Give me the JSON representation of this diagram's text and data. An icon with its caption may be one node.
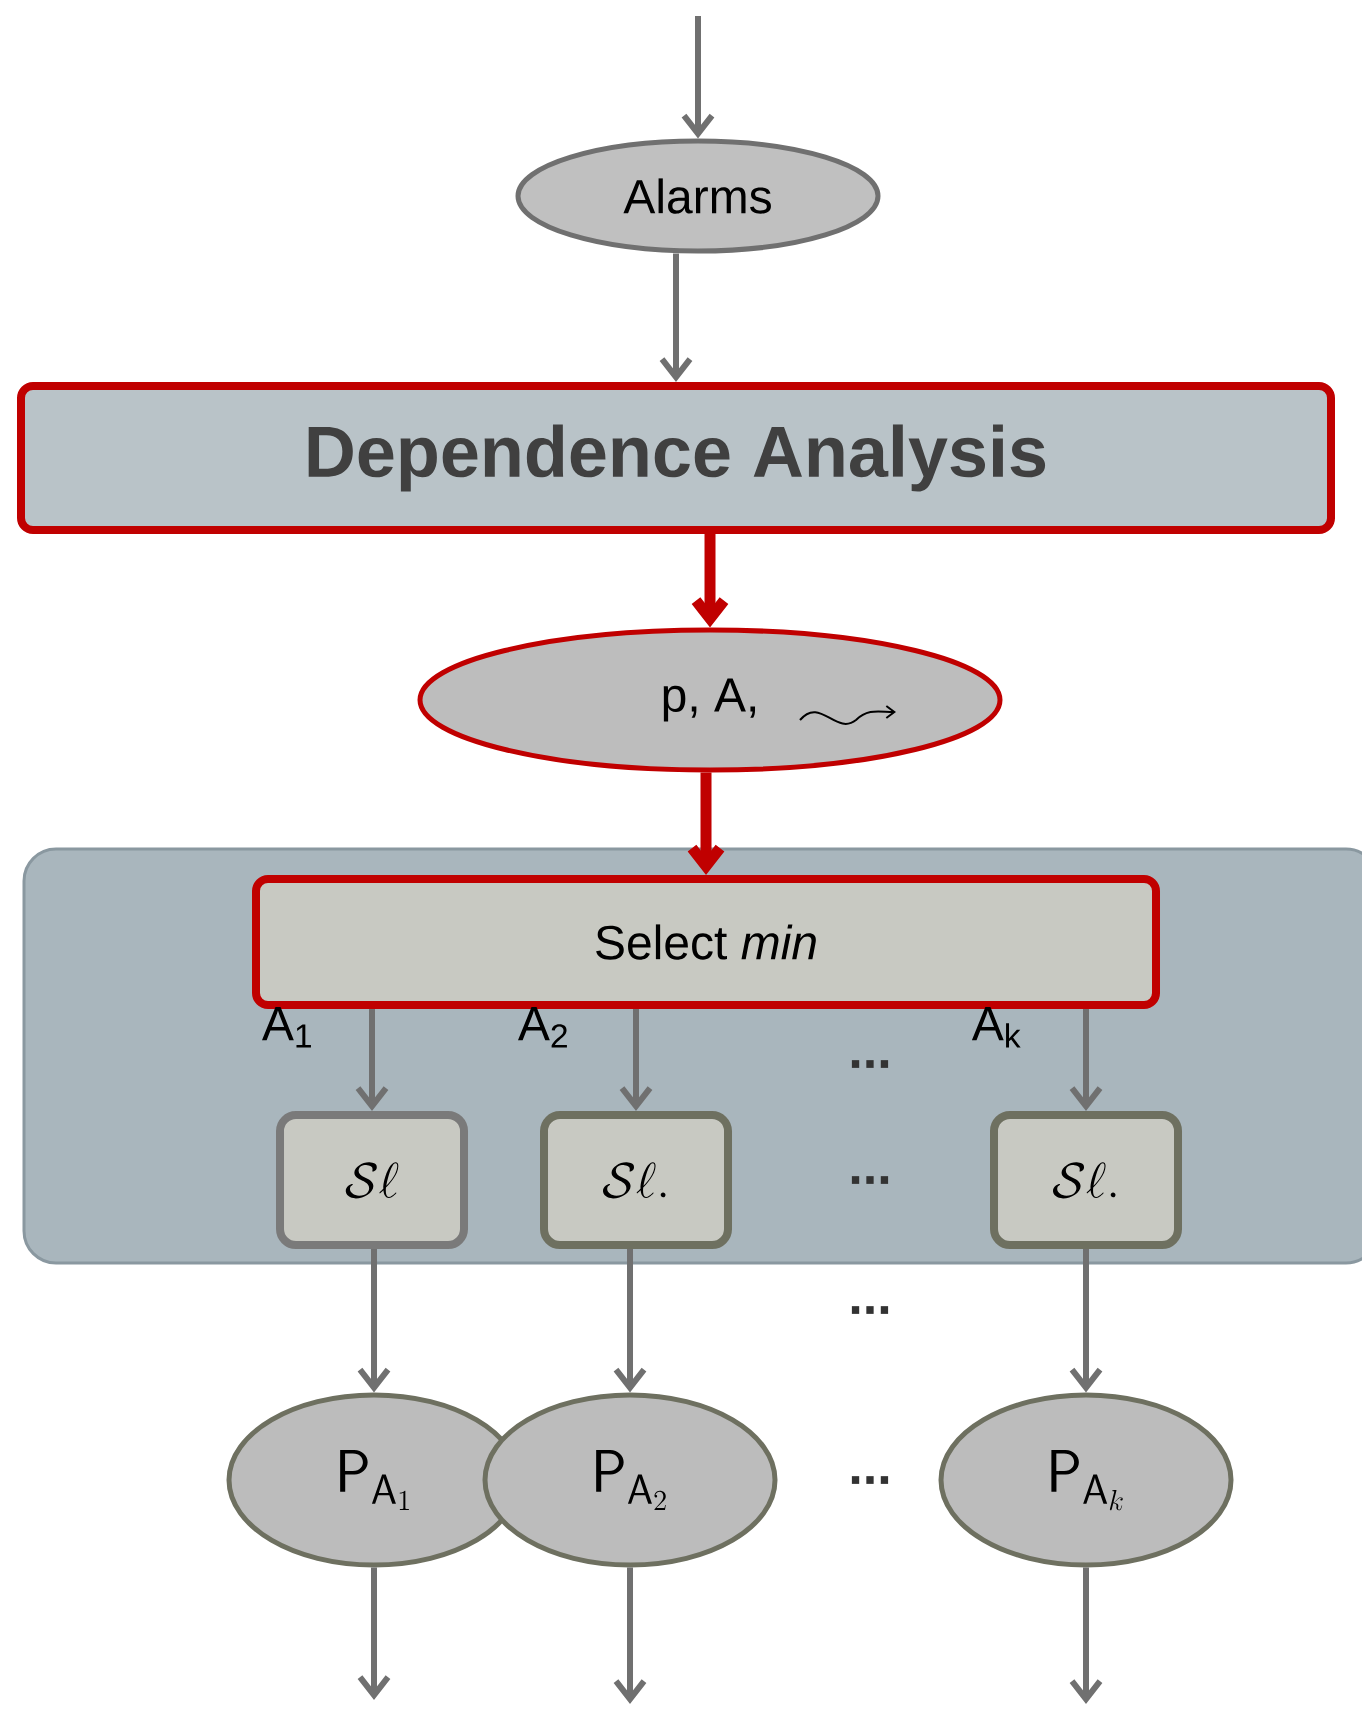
{
  "diagram": {
    "nodes": [
      {
        "text": [
          "Alarms"
        ]
      },
      {
        "text": [
          "Dependence Analysis"
        ]
      },
      {
        "text": [
          "p, A,"
        ]
      },
      {
        "text": [],
        "shape": "box"
      },
      {
        "text": [
          "Select *min*"
        ],
        "in": 3
      },
      {
        "text": [
          "\\mathcal{S}\\ell"
        ],
        "in": 3
      },
      {
        "text": [
          "\\mathcal{S}\\ell."
        ],
        "in": 3
      },
      {
        "text": [
          "\\mathcal{S}\\ell."
        ],
        "in": 3
      },
      {
        "text": [
          "\\mathsf{P}_{\\mathsf{A}_1}"
        ]
      },
      {
        "text": [
          "\\mathsf{P}_{\\mathsf{A}_2}"
        ]
      },
      {
        "text": [
          "\\mathsf{P}_{\\mathsf{A}_k}"
        ]
      }
    ],
    "edges": [
      {
        "from": null,
        "to": 0,
        "arrow": "to"
      },
      {
        "from": 0,
        "to": 1,
        "arrow": "to"
      },
      {
        "from": 1,
        "to": 2,
        "arrow": "to",
        "style": "thick",
        "color": "#c00000"
      },
      {
        "from": 2,
        "to": 4,
        "arrow": "to",
        "style": "thick",
        "color": "#c00000"
      },
      {
        "from": 4,
        "to": 5,
        "arrow": "to",
        "label": "A$_{1}$"
      },
      {
        "from": 4,
        "to": 6,
        "arrow": "to",
        "label": "A$_{2}$"
      },
      {
        "from": 4,
        "to": 7,
        "arrow": "to",
        "label": "A$_{k}$"
      },
      {
        "from": 5,
        "to": 8,
        "arrow": "to"
      },
      {
        "from": 6,
        "to": 9,
        "arrow": "to"
      },
      {
        "from": 7,
        "to": 10,
        "arrow": "to"
      },
      {
        "from": 8,
        "to": null,
        "arrow": "to"
      },
      {
        "from": 9,
        "to": null,
        "arrow": "to"
      },
      {
        "from": 10,
        "to": null,
        "arrow": "to"
      }
    ],
    "labels": [
      "...",
      "...",
      "...",
      "..."
    ]
  }
}
